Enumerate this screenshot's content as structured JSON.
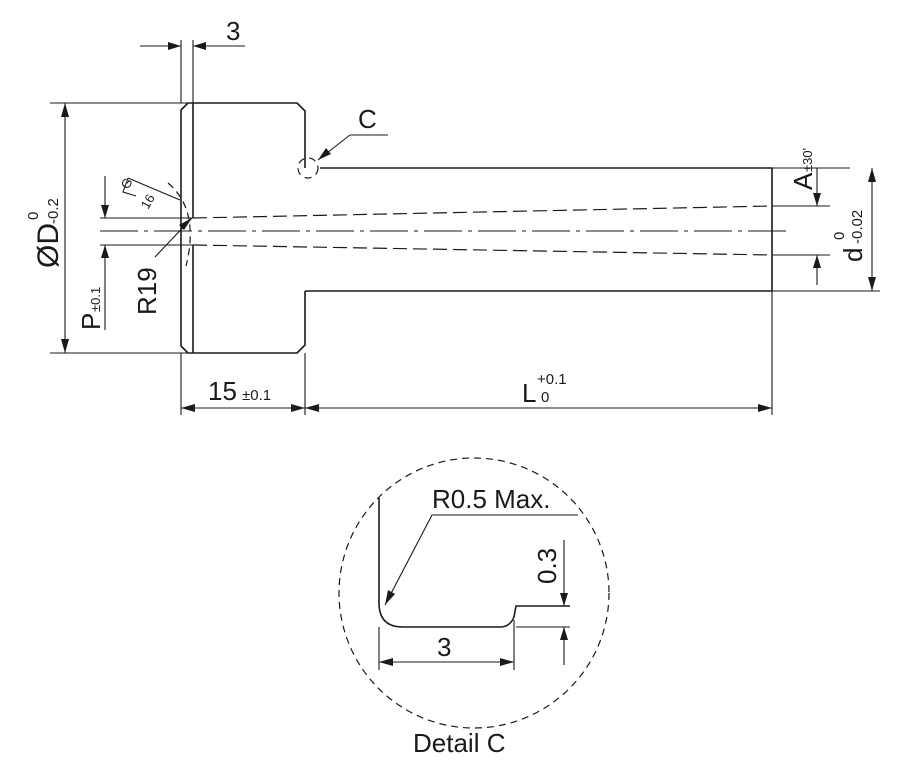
{
  "labels": {
    "top_dim": "3",
    "detail_ref": "C",
    "diameter": "ØD",
    "diameter_tol_upper": "0",
    "diameter_tol_lower": "-0.2",
    "p": "P",
    "p_tol": "±0.1",
    "radius": "R19",
    "angle_a": "A",
    "angle_tol": "±30'",
    "d": "d",
    "d_tol_upper": "0",
    "d_tol_lower": "-0.02",
    "head_len": "15",
    "head_len_tol": "±0.1",
    "length": "L",
    "length_tol_upper": "+0.1",
    "length_tol_lower": "0",
    "rad_max": "R0.5 Max.",
    "step_h": "0.3",
    "step_w": "3",
    "detail_title": "Detail C",
    "small_g": "G",
    "small_num": "16"
  },
  "colors": {
    "ink": "#1a1a1a",
    "background": "#ffffff"
  }
}
